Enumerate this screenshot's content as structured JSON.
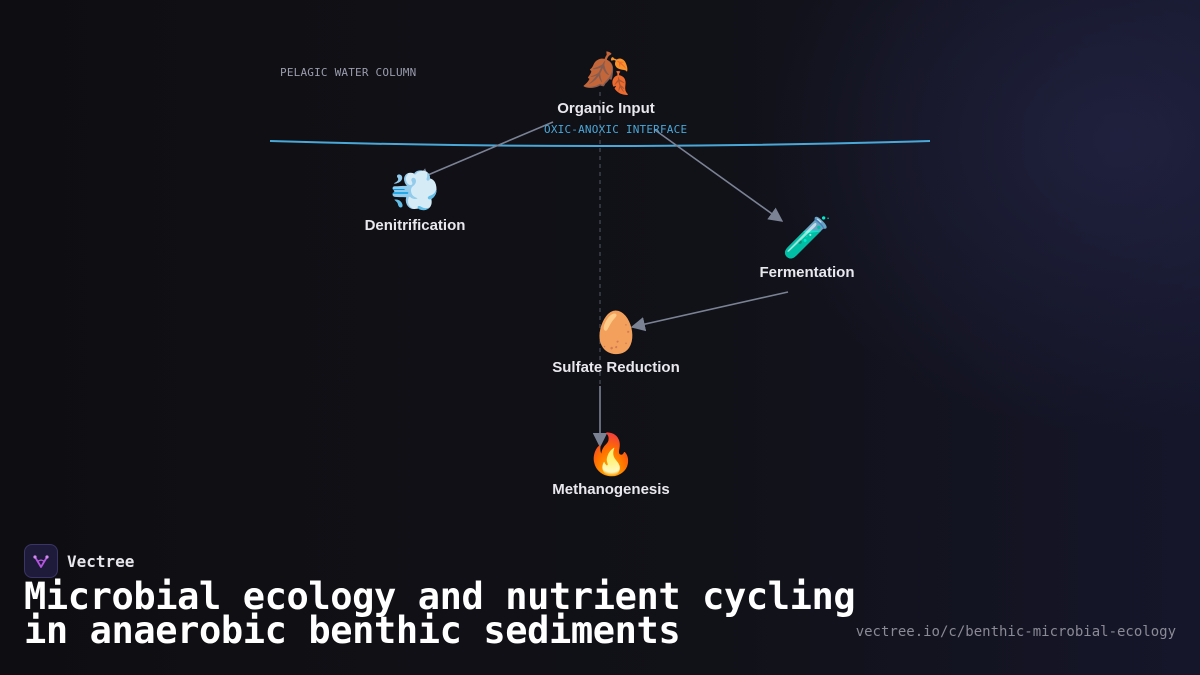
{
  "zones": {
    "pelagic": "PELAGIC WATER COLUMN",
    "interface": "OXIC-ANOXIC INTERFACE"
  },
  "nodes": {
    "organic_input": {
      "label": "Organic Input",
      "icon": "fallen-leaves-icon",
      "emoji": "🍂"
    },
    "denitrification": {
      "label": "Denitrification",
      "icon": "dash-wind-icon",
      "emoji": "💨"
    },
    "fermentation": {
      "label": "Fermentation",
      "icon": "test-tube-icon",
      "emoji": "🧪"
    },
    "sulfate_reduction": {
      "label": "Sulfate Reduction",
      "icon": "egg-icon",
      "emoji": "🥚"
    },
    "methanogenesis": {
      "label": "Methanogenesis",
      "icon": "fire-icon",
      "emoji": "🔥"
    }
  },
  "edges": [
    {
      "from": "organic_input",
      "to": "denitrification"
    },
    {
      "from": "organic_input",
      "to": "fermentation"
    },
    {
      "from": "fermentation",
      "to": "sulfate_reduction"
    },
    {
      "from": "sulfate_reduction",
      "to": "methanogenesis"
    }
  ],
  "brand": {
    "name": "Vectree"
  },
  "title": {
    "line1": "Microbial ecology and nutrient cycling",
    "line2": "in anaerobic benthic sediments"
  },
  "url": "vectree.io/c/benthic-microbial-ecology",
  "colors": {
    "interface_line": "#4aa8d8",
    "edge": "#7a8294",
    "brand_accent": "#b455e0"
  }
}
